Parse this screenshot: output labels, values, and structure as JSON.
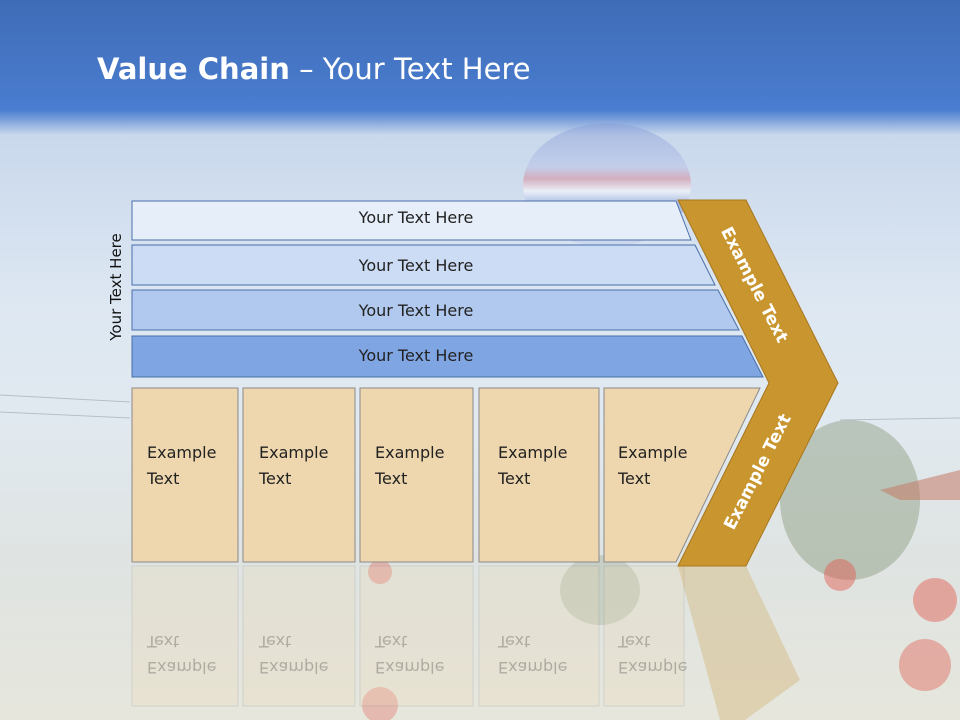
{
  "title": {
    "bold": "Value Chain",
    "rest": " – Your Text Here"
  },
  "side_label": "Your Text Here",
  "bands": [
    "Your Text Here",
    "Your Text Here",
    "Your Text Here",
    "Your Text Here"
  ],
  "boxes": [
    [
      "Example",
      "Text"
    ],
    [
      "Example",
      "Text"
    ],
    [
      "Example",
      "Text"
    ],
    [
      "Example",
      "Text"
    ],
    [
      "Example",
      "Text"
    ]
  ],
  "chevron": {
    "upper": "Example Text",
    "lower": "Example Text"
  },
  "colors": {
    "band_fills": [
      "#e6eefa",
      "#ccdcf4",
      "#b1c9ee",
      "#7fa5e3"
    ],
    "band_stroke": "#4a6fa8",
    "box_fill": "#eed7ae",
    "box_stroke": "#8a8a8a",
    "chevron_fill": "#c8952e",
    "title_bar": "#4a7dd0"
  }
}
